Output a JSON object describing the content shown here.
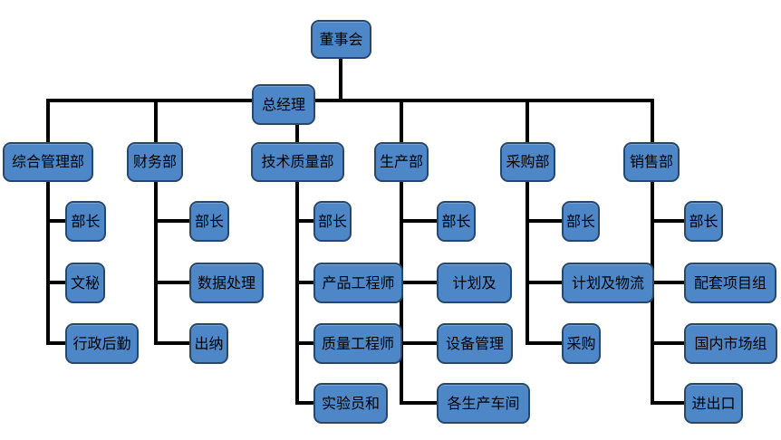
{
  "colors": {
    "node_fill": "#4d87c7",
    "node_border": "#27486b",
    "connector": "#000000",
    "text": "#000000",
    "background": "#ffffff"
  },
  "org": {
    "root": {
      "label": "董事会"
    },
    "manager": {
      "label": "总经理"
    },
    "departments": [
      {
        "label": "综合管理部",
        "children": [
          "部长",
          "文秘",
          "行政后勤"
        ]
      },
      {
        "label": "财务部",
        "children": [
          "部长",
          "数据处理",
          "出纳"
        ]
      },
      {
        "label": "技术质量部",
        "children": [
          "部长",
          "产品工程师",
          "质量工程师",
          "实验员和"
        ]
      },
      {
        "label": "生产部",
        "children": [
          "部长",
          "计划及",
          "设备管理",
          "各生产车间"
        ]
      },
      {
        "label": "采购部",
        "children": [
          "部长",
          "计划及物流",
          "采购"
        ]
      },
      {
        "label": "销售部",
        "children": [
          "部长",
          "配套项目组",
          "国内市场组",
          "进出口"
        ]
      }
    ]
  }
}
